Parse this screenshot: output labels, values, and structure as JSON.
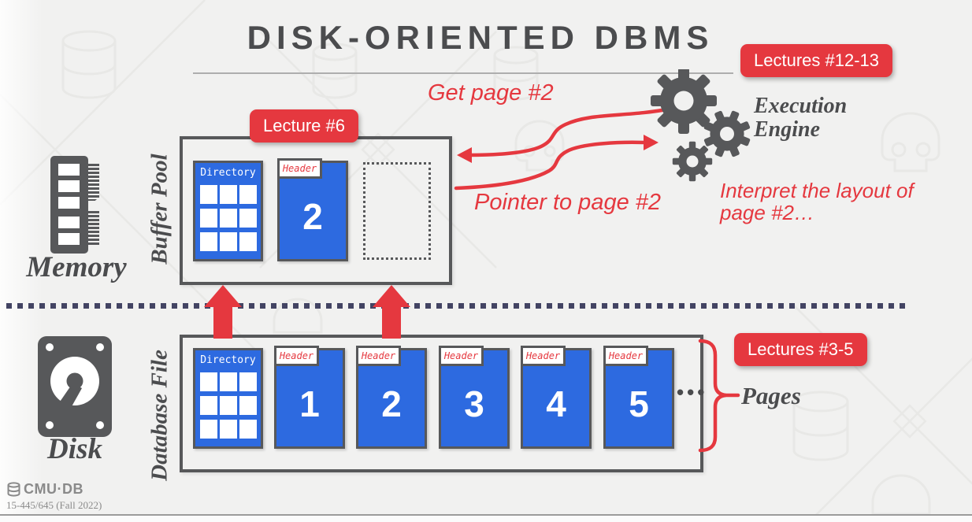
{
  "slide": {
    "title": "DISK-ORIENTED DBMS",
    "footer": {
      "logo_text": "CMU·DB",
      "course_text": "15-445/645 (Fall 2022)"
    }
  },
  "colors": {
    "background": "#F1F1F0",
    "accent_red": "#E5383F",
    "page_blue": "#2D6AE0",
    "dark_gray": "#57585A",
    "divider_navy": "#434463"
  },
  "badges": {
    "execution": "Lectures #12-13",
    "buffer_pool": "Lecture #6",
    "database_file": "Lectures #3-5"
  },
  "annotations": {
    "get_page": "Get page #2",
    "pointer_to_page": "Pointer to page #2",
    "interpret": {
      "line1": "Interpret the layout of",
      "line2": "page #2…"
    },
    "execution_engine": {
      "line1": "Execution",
      "line2": "Engine"
    }
  },
  "memory": {
    "label": "Memory"
  },
  "disk": {
    "label": "Disk"
  },
  "buffer_pool": {
    "label": "Buffer Pool",
    "directory": {
      "label": "Directory"
    },
    "page": {
      "header": "Header",
      "number": "2"
    }
  },
  "database_file": {
    "label": "Database File",
    "directory": {
      "label": "Directory"
    },
    "pages": [
      {
        "header": "Header",
        "number": "1"
      },
      {
        "header": "Header",
        "number": "2"
      },
      {
        "header": "Header",
        "number": "3"
      },
      {
        "header": "Header",
        "number": "4"
      },
      {
        "header": "Header",
        "number": "5"
      }
    ],
    "ellipsis": "•••",
    "pages_label": "Pages"
  },
  "icons": {
    "memory": "ram-icon",
    "disk": "hdd-icon",
    "execution_engine": "gears-icon",
    "footer_logo": "database-stack-icon"
  }
}
